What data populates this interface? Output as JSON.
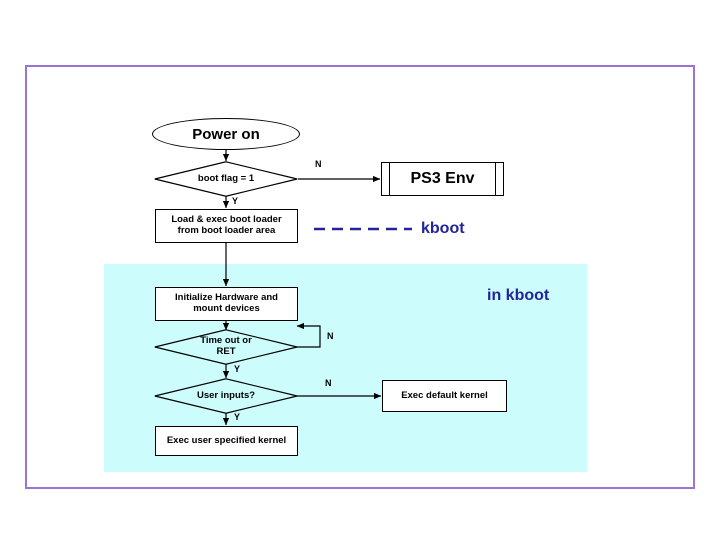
{
  "diagram": {
    "title_text": "Power on",
    "nodes": {
      "power_on": "Power on",
      "boot_flag": "boot flag = 1",
      "ps3_env": "PS3 Env",
      "load_exec": "Load & exec boot loader\nfrom boot loader area",
      "init_hw": "Initialize Hardware and\nmount devices",
      "timeout": "Time out or\nRET",
      "user_inputs": "User inputs?",
      "exec_default": "Exec default kernel",
      "exec_user": "Exec user specified kernel"
    },
    "node_lines": {
      "load_exec_1": "Load & exec boot loader",
      "load_exec_2": "from boot loader area",
      "init_hw_1": "Initialize Hardware and",
      "init_hw_2": "mount devices",
      "timeout_1": "Time out or",
      "timeout_2": "RET"
    },
    "branch_labels": {
      "boot_flag_n": "N",
      "boot_flag_y": "Y",
      "timeout_n": "N",
      "timeout_y": "Y",
      "user_inputs_n": "N",
      "user_inputs_y": "Y"
    },
    "annotations": {
      "kboot": "kboot",
      "in_kboot": "in kboot"
    },
    "colors": {
      "frame_border": "#9b73d6",
      "kboot_region": "#ccfcfc",
      "annotation_text": "#23239b",
      "line": "#000000",
      "node_fill": "#ffffff"
    }
  }
}
